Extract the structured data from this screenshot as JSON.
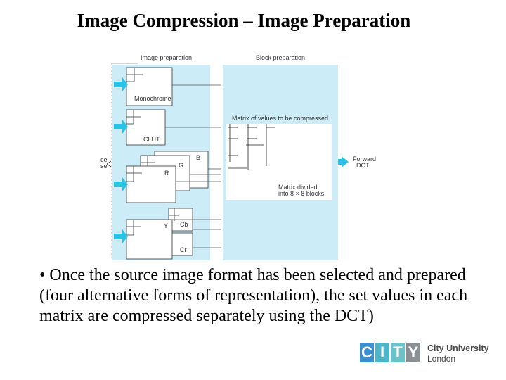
{
  "slide": {
    "title": "Image Compression – Image Preparation",
    "bullet": "• Once the source image format has been selected and prepared (four alternative forms of representation), the set values in each matrix are compressed separately using the DCT)"
  },
  "diagram": {
    "image_prep_label": "Image preparation",
    "block_prep_label": "Block preparation",
    "monochrome_label": "Monochrome",
    "clut_label": "CLUT",
    "rgb_b": "B",
    "rgb_g": "G",
    "rgb_r": "R",
    "yuv_y": "Y",
    "yuv_cb": "Cb",
    "yuv_cr": "Cr",
    "matrix_values_label": "Matrix of values to be compressed",
    "matrix_divided_line1": "Matrix divided",
    "matrix_divided_line2": "into 8 × 8 blocks",
    "forward_line1": "Forward",
    "forward_line2": "DCT",
    "source_line1": "ce",
    "source_line2": "se"
  },
  "logo": {
    "letters": [
      "C",
      "I",
      "T",
      "Y"
    ],
    "name": "City University",
    "city": "London"
  },
  "colors": {
    "panel": "#ccecf7",
    "arrow": "#2ac3e6",
    "logo_c": "#3a8fd0",
    "logo_i": "#4db5c6",
    "logo_t": "#6bc3c9",
    "logo_y": "#8a8f94"
  }
}
